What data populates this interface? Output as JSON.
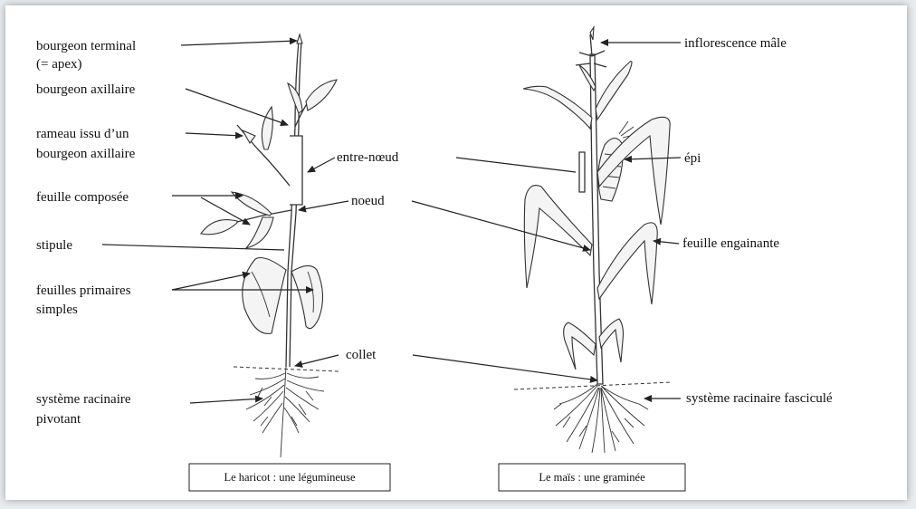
{
  "bean": {
    "labels": {
      "terminal_bud_1": "bourgeon  terminal",
      "terminal_bud_2": "(= apex)",
      "axillary_bud": "bourgeon axillaire",
      "branch_1": "rameau issu d’un",
      "branch_2": "bourgeon axillaire",
      "compound_leaf": "feuille composée",
      "stipule": "stipule",
      "primary_leaves_1": "feuilles primaires",
      "primary_leaves_2": "simples",
      "root_system_1": "système racinaire",
      "root_system_2": "pivotant"
    },
    "caption": "Le haricot : une légumineuse"
  },
  "center_labels": {
    "internode": "entre-nœud",
    "node": "noeud",
    "collar": "collet"
  },
  "maize": {
    "labels": {
      "male_inflorescence": "inflorescence mâle",
      "ear": "épi",
      "sheathing_leaf": "feuille engainante",
      "fibrous_roots": "système racinaire fasciculé"
    },
    "caption": "Le maïs : une graminée"
  }
}
